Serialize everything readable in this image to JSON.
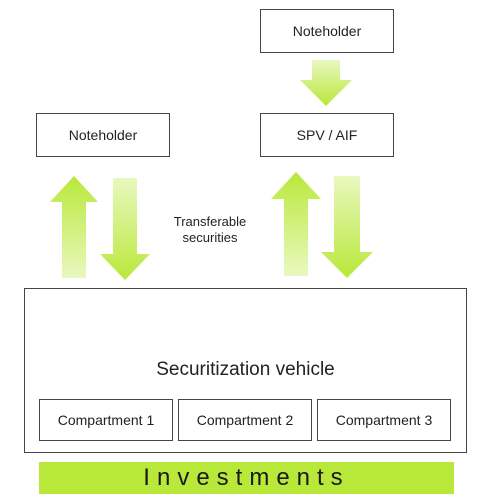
{
  "nodes": {
    "noteholder_top": "Noteholder",
    "noteholder_left": "Noteholder",
    "spv_aif": "SPV / AIF",
    "transferable_line1": "Transferable",
    "transferable_line2": "securities",
    "vehicle_title": "Securitization vehicle",
    "compartments": [
      "Compartment 1",
      "Compartment 2",
      "Compartment 3"
    ],
    "investments": "Investments"
  },
  "colors": {
    "arrow_fill": "#b8e83a",
    "arrow_gradient_light": "#eaf9c0",
    "box_border": "#444444",
    "investments_bar": "#b8e83a"
  }
}
